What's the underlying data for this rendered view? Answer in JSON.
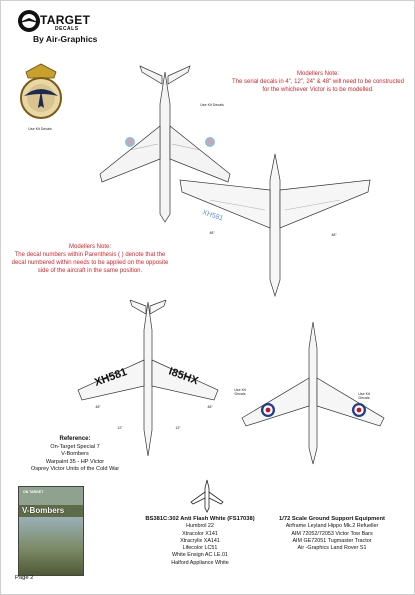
{
  "header": {
    "brand_title": "TARGET",
    "brand_subtitle": "DECALS",
    "brand_by": "By Air-Graphics"
  },
  "notes": {
    "note1_title": "Modellers Note:",
    "note1_body": "The serial decals in 4\", 12\", 24\" & 48\" will need to be constructed for the whichever Victor is to be modelled.",
    "note2_title": "Modellers Note:",
    "note2_body": "The decal numbers within Parenthesis ( ) denote that the decal numbered within needs to be applied on the opposite side of the aircraft in the same position."
  },
  "callouts": {
    "use_kit_decals": "Use Kit Decals",
    "dim_48": "48\"",
    "dim_12": "12\""
  },
  "serials": {
    "left_wing": "XH581",
    "right_wing": "I85HX",
    "upper_wing": "XH581"
  },
  "reference": {
    "title": "Reference:",
    "lines": [
      "On-Target Special 7",
      "V-Bombers",
      "Warpaint 35 - HP Victor",
      "Osprey Victor Units of the Cold War"
    ]
  },
  "book": {
    "brand": "ON TARGET",
    "title": "V-Bombers"
  },
  "paint": {
    "heading": "BS381C:302 Anti Flash White (FS17038)",
    "lines": [
      "Humbrol 22",
      "Xtracolor X141",
      "Xtracrylix XA141",
      "Lifecolor LC51",
      "White Ensign AC LE.01",
      "Halford Appliance White"
    ]
  },
  "ground_support": {
    "heading": "1/72 Scale Ground Support Equipment",
    "lines": [
      "Airframe Leyland Hippo Mk.2 Refueller",
      "AIM 72052/72053 Victor Tow Bars",
      "AIM GE72051 Tugmaster Tractor",
      "Air -Graphics Land Rover S1"
    ]
  },
  "footer": {
    "page": "Page 2"
  },
  "colors": {
    "note_red": "#d2232a",
    "roundel_blue": "#1f3d8a",
    "roundel_red": "#c8102e",
    "serial_blue": "#3b79b8"
  }
}
